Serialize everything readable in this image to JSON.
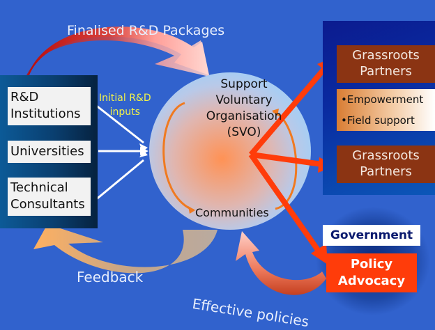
{
  "diagram": {
    "top_arrow_label": "Finalised R&D Packages",
    "left_sources": [
      "R&D Institutions",
      "Universities",
      "Technical Consultants"
    ],
    "left_sources_lines": [
      [
        "R&D",
        "Institutions"
      ],
      [
        "Universities"
      ],
      [
        "Technical",
        "Consultants"
      ]
    ],
    "inputs_label_lines": [
      "Initial R&D",
      "inputs"
    ],
    "center": {
      "title_lines": [
        "Support",
        "Voluntary",
        "Organisation",
        "(SVO)"
      ],
      "bottom_label": "Communities"
    },
    "right_panel": {
      "partner_top_lines": [
        "Grassroots",
        "Partners"
      ],
      "bullets": [
        "•Empowerment",
        "•Field support"
      ],
      "partner_bottom_lines": [
        "Grassroots",
        "Partners"
      ]
    },
    "government": {
      "label": "Government",
      "policy_lines": [
        "Policy",
        "Advocacy"
      ]
    },
    "feedback_label": "Feedback",
    "effective_policies_label": "Effective policies",
    "colors": {
      "background": "#3162cd",
      "partner_box": "#8b3413",
      "policy_box": "#ff3c0a",
      "arrow_red": "#ff3c0a",
      "inputs_text": "#f2f24a",
      "loop_orange": "#f07a20"
    }
  }
}
